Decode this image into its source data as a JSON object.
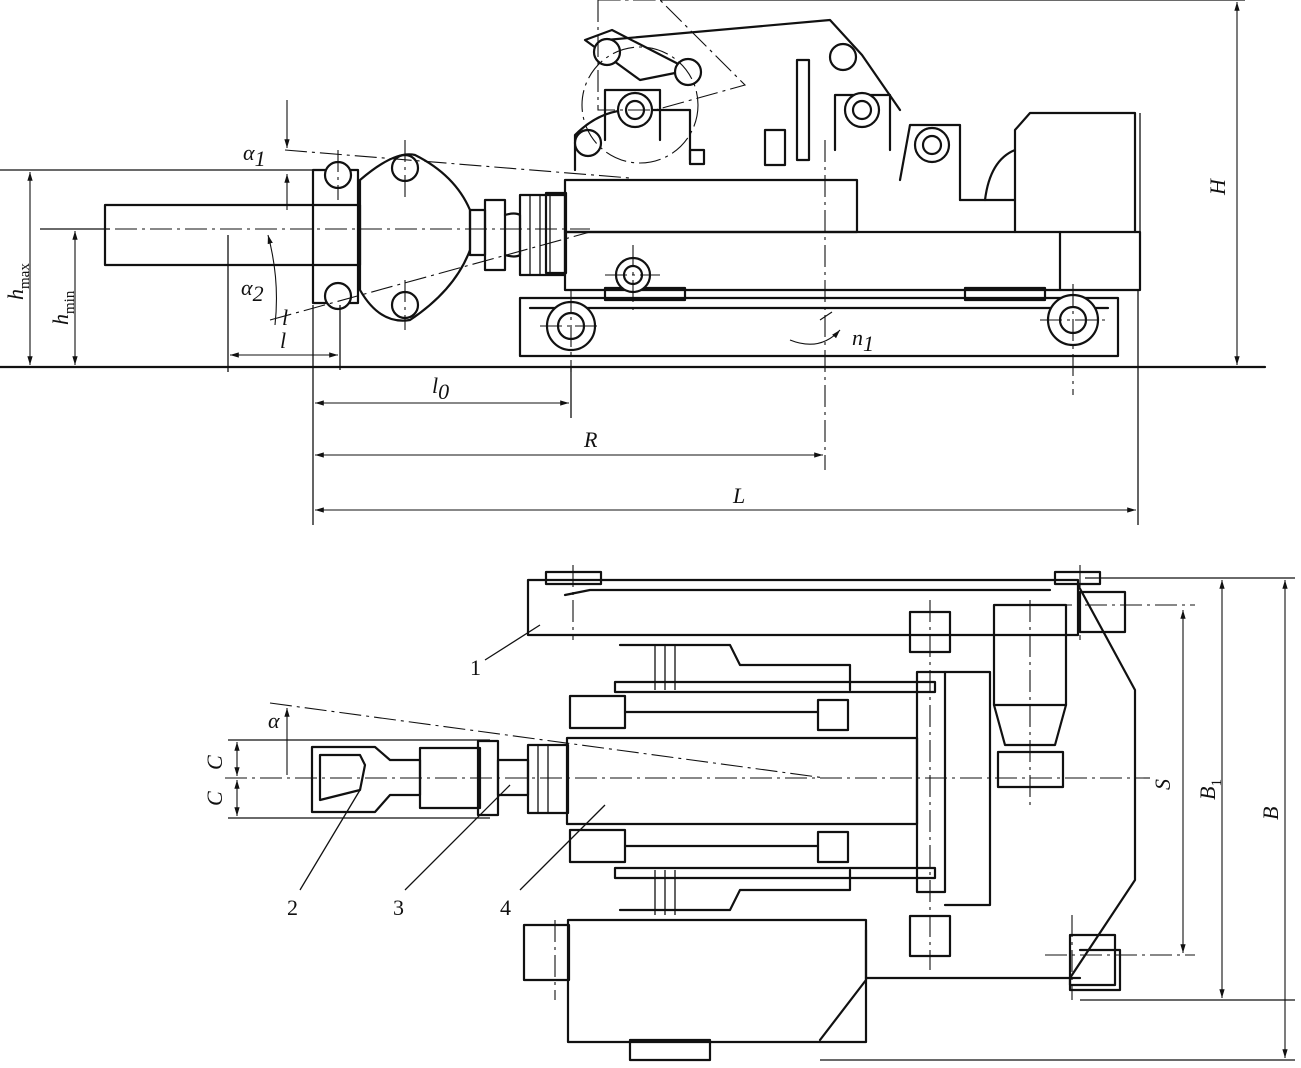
{
  "side_view": {
    "alpha1": "α",
    "alpha1_sub": "1",
    "alpha2": "α",
    "alpha2_sub": "2",
    "h_max": "h",
    "h_max_sub": "max",
    "h_min": "h",
    "h_min_sub": "min",
    "l_label": "l",
    "l_lower": "l",
    "l0": "l",
    "l0_sub": "0",
    "R": "R",
    "L": "L",
    "H": "H",
    "n1": "n",
    "n1_sub": "1"
  },
  "top_view": {
    "alpha": "α",
    "C_upper": "C",
    "C_lower": "C",
    "S": "S",
    "B1": "B",
    "B1_sub": "1",
    "B": "B",
    "callouts": [
      "1",
      "2",
      "3",
      "4"
    ]
  }
}
